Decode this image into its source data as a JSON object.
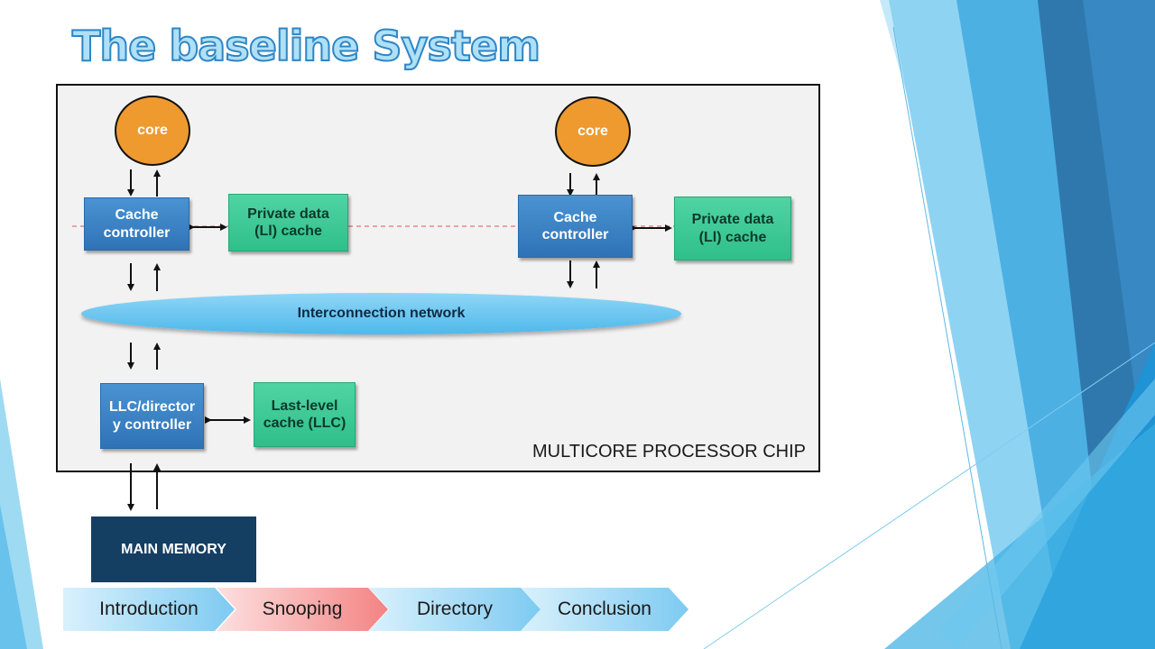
{
  "title": "The baseline System",
  "chip_label": "MULTICORE PROCESSOR CHIP",
  "cores": [
    "core",
    "core"
  ],
  "cache_controllers": [
    "Cache controller",
    "Cache controller"
  ],
  "private_caches": [
    "Private data (Ll) cache",
    "Private data (Ll) cache"
  ],
  "network": "Interconnection network",
  "llc_controller": "LLC/directory controller",
  "llc": "Last-level cache (LLC)",
  "main_memory": "MAIN MEMORY",
  "nav": [
    {
      "label": "Introduction",
      "state": "default"
    },
    {
      "label": "Snooping",
      "state": "active"
    },
    {
      "label": "Directory",
      "state": "default"
    },
    {
      "label": "Conclusion",
      "state": "default"
    }
  ],
  "colors": {
    "core": "#ee9a2f",
    "controller": "#2f73b6",
    "cache": "#2fbf8a",
    "network": "#4fb8ea",
    "memory": "#153e63",
    "active_nav": "#f48383"
  }
}
